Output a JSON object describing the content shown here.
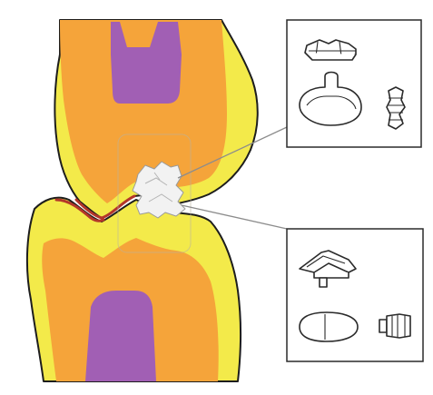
{
  "colors": {
    "background": "#ffffff",
    "enamel": "#f3ea4a",
    "dentin": "#f5a43a",
    "pulp": "#a15fb4",
    "outline": "#1d1d1d",
    "contact_wear": "#b3362a",
    "fragment": "#f2f2f2",
    "inset_stroke": "#2a2a2a",
    "leader_line": "#8c8c8c"
  },
  "icons": {
    "upper_tooth": "upper-molar-cross-section",
    "lower_tooth": "lower-molar-cross-section",
    "debris": "wear-fragment-cluster",
    "inset_top": [
      "layered-particle-flat",
      "rounded-t-particle",
      "stacked-particle-side"
    ],
    "inset_bottom": [
      "layered-particle-pyramid",
      "oval-particle",
      "cylinder-particle"
    ]
  }
}
